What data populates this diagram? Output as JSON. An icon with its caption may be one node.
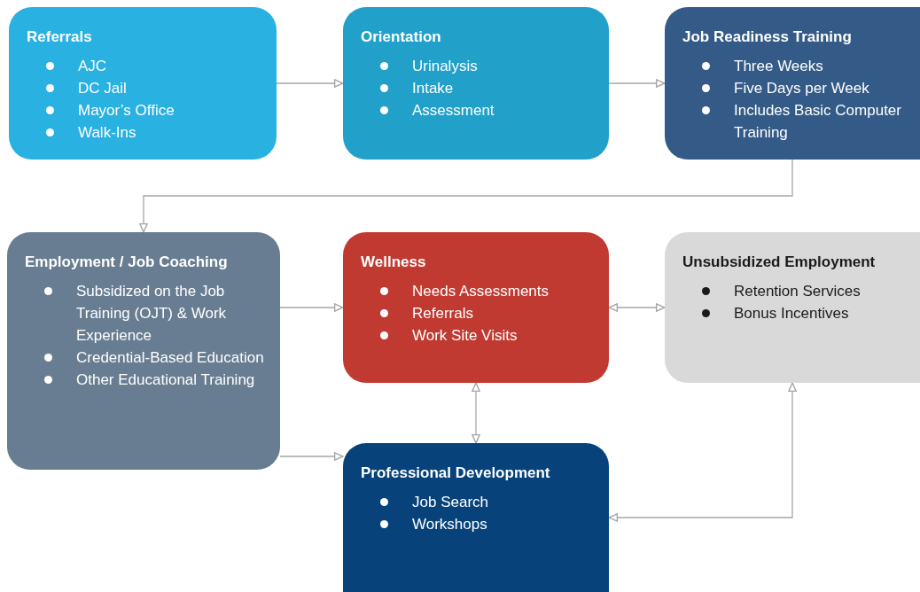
{
  "diagram": {
    "nodes": [
      {
        "text": [
          "Referrals",
          "AJC",
          "DC Jail",
          "Mayor’s Office",
          "Walk-Ins"
        ]
      },
      {
        "text": [
          "Orientation",
          "Urinalysis",
          "Intake",
          "Assessment"
        ]
      },
      {
        "text": [
          "Job Readiness Training",
          "Three Weeks",
          "Five Days per Week",
          "Includes Basic Computer Training"
        ]
      },
      {
        "text": [
          "Employment / Job Coaching",
          "Subsidized on the Job Training (OJT) & Work Experience",
          "Credential-Based Education",
          "Other Educational Training"
        ]
      },
      {
        "text": [
          "Wellness",
          "Needs Assessments",
          "Referrals",
          "Work Site Visits"
        ]
      },
      {
        "text": [
          "Unsubsidized Employment",
          "Retention Services",
          "Bonus Incentives"
        ]
      },
      {
        "text": [
          "Professional Development",
          "Job Search",
          "Workshops"
        ]
      }
    ],
    "edges": [
      {
        "from": 0,
        "to": 1,
        "arrow": "to"
      },
      {
        "from": 1,
        "to": 2,
        "arrow": "to"
      },
      {
        "from": 2,
        "to": 3,
        "arrow": "to"
      },
      {
        "from": 3,
        "to": 4,
        "arrow": "to"
      },
      {
        "from": 4,
        "to": 5,
        "arrow": "both"
      },
      {
        "from": 4,
        "to": 6,
        "arrow": "both"
      },
      {
        "from": 3,
        "to": 6,
        "arrow": "to"
      },
      {
        "from": 6,
        "to": 5,
        "arrow": "both"
      }
    ]
  }
}
